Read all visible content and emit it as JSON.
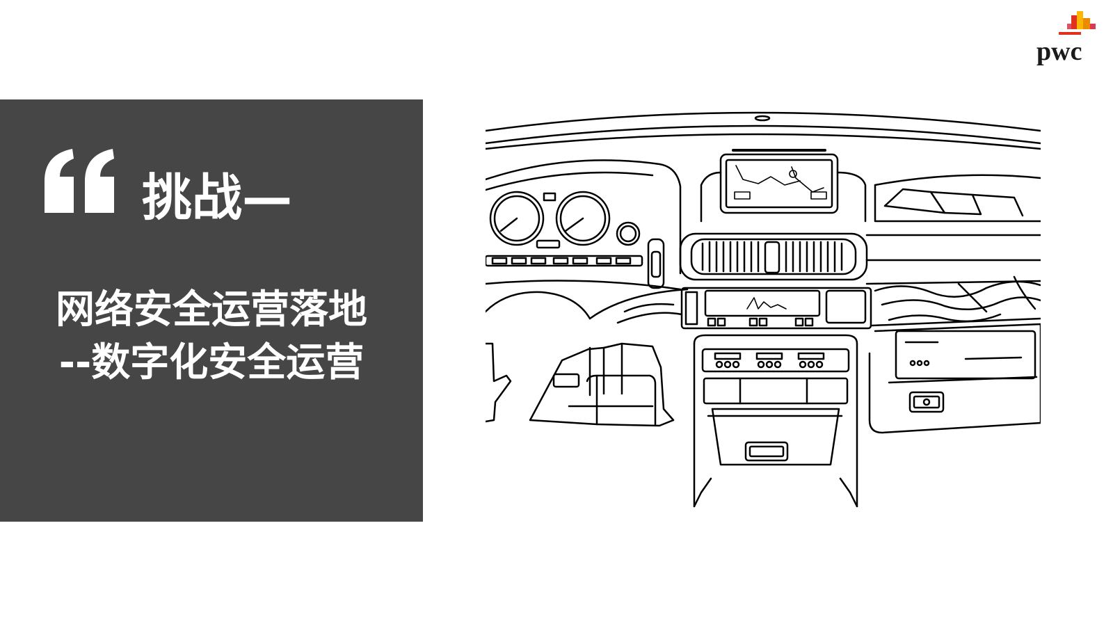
{
  "slide": {
    "title": "挑战—",
    "subtitle_line1": "网络安全运营落地",
    "subtitle_line2": "--数字化安全运营"
  },
  "logo": {
    "text": "pwc",
    "icon": "pwc-logo"
  },
  "illustration": {
    "icon": "car-dashboard-illustration"
  },
  "colors": {
    "panel": "#464646",
    "text": "#ffffff",
    "logo_text": "#1a1a1a",
    "logo_accent": [
      "#d93954",
      "#e0301e",
      "#eb8c00",
      "#ffb600",
      "#db536a"
    ]
  }
}
